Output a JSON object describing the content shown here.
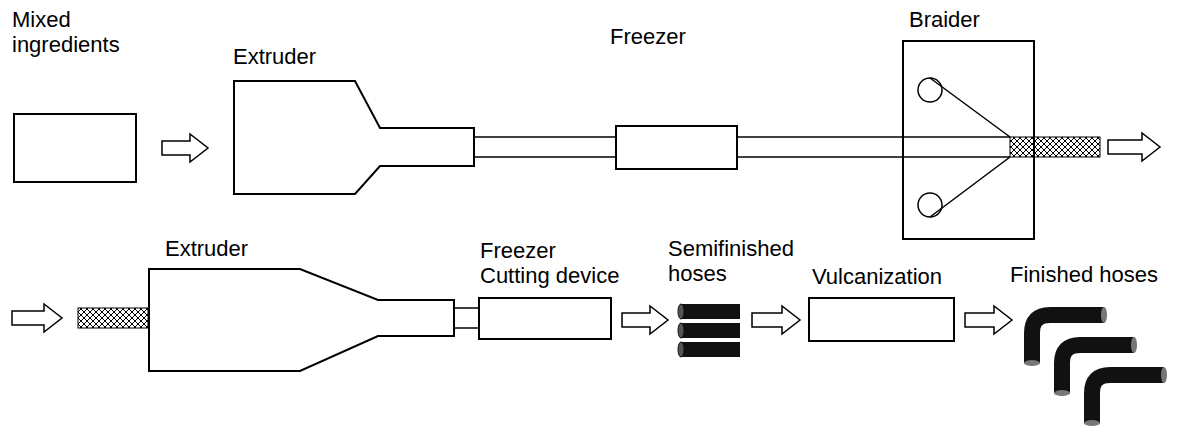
{
  "diagram": {
    "nodes": [
      {
        "text": [
          "Mixed ingredients"
        ]
      },
      {
        "text": [
          "Extruder"
        ]
      },
      {
        "text": [
          "Freezer"
        ]
      },
      {
        "text": [
          "Braider"
        ]
      },
      {
        "text": [
          "Extruder"
        ]
      },
      {
        "text": [
          "Freezer Cutting device"
        ]
      },
      {
        "text": [
          "Semifinished hoses"
        ]
      },
      {
        "text": [
          "Vulcanization"
        ]
      },
      {
        "text": [
          "Finished hoses"
        ]
      }
    ],
    "edges": [
      {
        "from": 0,
        "to": 1,
        "arrow": "to"
      },
      {
        "from": 1,
        "to": 2,
        "arrow": "none"
      },
      {
        "from": 2,
        "to": 3,
        "arrow": "none"
      },
      {
        "from": 3,
        "to": 4,
        "arrow": "to"
      },
      {
        "from": 4,
        "to": 5,
        "arrow": "none"
      },
      {
        "from": 5,
        "to": 6,
        "arrow": "to"
      },
      {
        "from": 6,
        "to": 7,
        "arrow": "to"
      },
      {
        "from": 7,
        "to": 8,
        "arrow": "to"
      }
    ]
  }
}
